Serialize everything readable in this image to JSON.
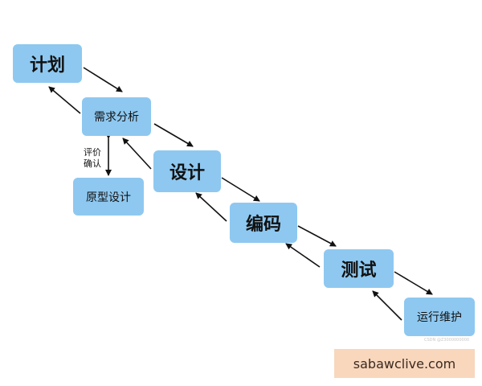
{
  "steps": {
    "plan": "计划",
    "requirements": "需求分析",
    "design": "设计",
    "coding": "编码",
    "testing": "测试",
    "maintenance": "运行维护",
    "prototype": "原型设计"
  },
  "note": {
    "line1": "评价",
    "line2": "确认"
  },
  "watermark": {
    "small": "CSDN @Z3000000000",
    "site": "sabawclive.com"
  },
  "colors": {
    "box_fill": "#8ec8f0",
    "arrow": "#111111",
    "watermark_bg": "#f8d7bd"
  }
}
